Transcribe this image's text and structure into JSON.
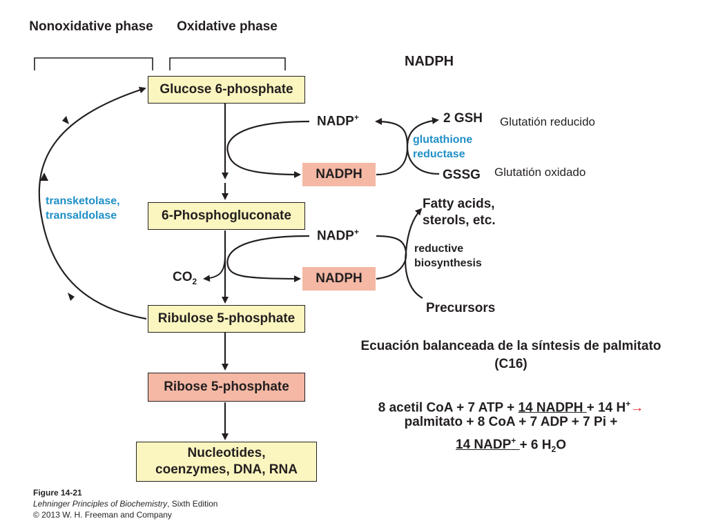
{
  "phases": {
    "nonoxidative": "Nonoxidative phase",
    "oxidative": "Oxidative phase"
  },
  "nadph_header": "NADPH",
  "boxes": {
    "glucose6p": "Glucose 6-phosphate",
    "phosphogluconate": "6-Phosphogluconate",
    "ribulose5p": "Ribulose 5-phosphate",
    "ribose5p": "Ribose 5-phosphate",
    "nucleotides": "Nucleotides, coenzymes, DNA, RNA"
  },
  "cofactors": {
    "nadp_plus_1": "NADP",
    "nadph_1": "NADPH",
    "nadp_plus_2": "NADP",
    "nadph_2": "NADPH",
    "plus": "+",
    "co2": "CO",
    "co2_sub": "2"
  },
  "glutathione": {
    "gsh": "2 GSH",
    "gssg": "GSSG",
    "enzyme": "glutathione reductase",
    "reduced_note": "Glutatión reducido",
    "oxidized_note": "Glutatión oxidado"
  },
  "biosynthesis": {
    "products": "Fatty acids, sterols, etc.",
    "process": "reductive biosynthesis",
    "precursors": "Precursors"
  },
  "enzymes_left": "transketolase, transaldolase",
  "equation": {
    "title": "Ecuación balanceada de la síntesis de palmitato (C16)",
    "line1_a": "8 acetil CoA + 7 ATP + ",
    "line1_ul": "14 NADPH ",
    "line1_b": "+ 14 H",
    "line1_sup": "+",
    "arrow": "→",
    "line2": "palmitato + 8 CoA + 7 ADP + 7 Pi +",
    "line3_ul": "14 NADP",
    "line3_ul_sup": "+",
    "line3_b": " + 6 H",
    "line3_sub": "2",
    "line3_c": "O"
  },
  "credits": {
    "figure": "Figure 14-21",
    "book": "Lehninger Principles of Biochemistry",
    "edition": ", Sixth Edition",
    "copyright": "© 2013 W. H. Freeman and Company"
  },
  "colors": {
    "box_yellow": "#fbf6bf",
    "box_pink": "#f4b8a4",
    "enzyme_blue": "#1f8fc7",
    "arrow_red": "#e02020"
  }
}
